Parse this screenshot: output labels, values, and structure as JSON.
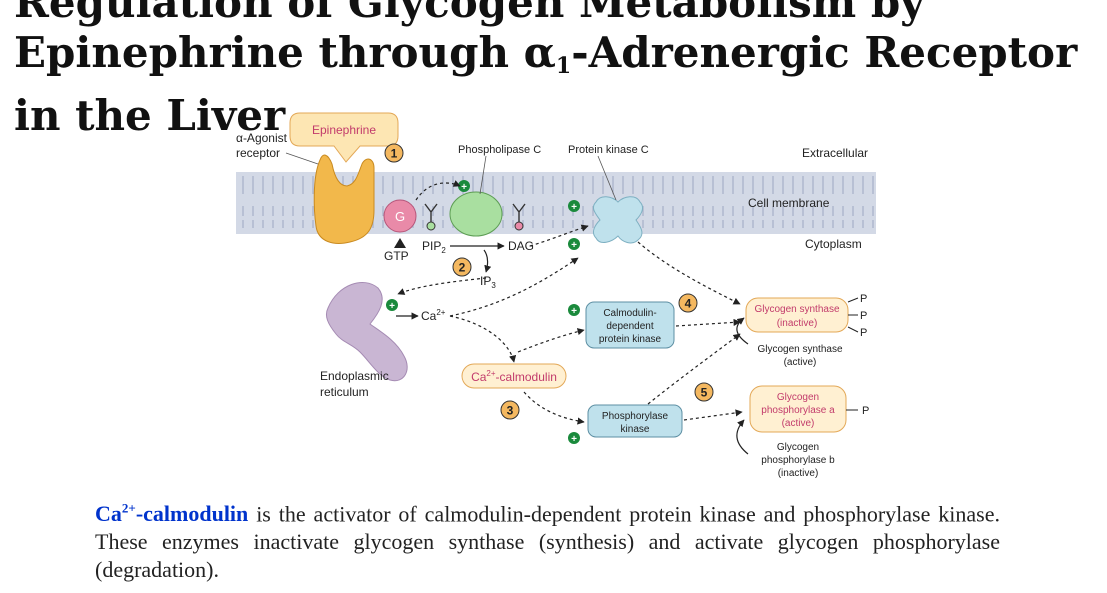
{
  "title": {
    "part1": "Regulation of Glycogen Metabolism by Epinephrine through α",
    "subscript": "1",
    "part2": "-Adrenergic Receptor in the Liver"
  },
  "diagram": {
    "epinephrine": "Epinephrine",
    "agonist_receptor_line1": "α-Agonist",
    "agonist_receptor_line2": "receptor",
    "phospholipase_c": "Phospholipase C",
    "protein_kinase_c": "Protein kinase C",
    "extracellular": "Extracellular",
    "cell_membrane": "Cell membrane",
    "cytoplasm": "Cytoplasm",
    "g_protein": "G",
    "gtp": "GTP",
    "pip2": "PIP",
    "pip2_sub": "2",
    "dag": "DAG",
    "ip3": "IP",
    "ip3_sub": "3",
    "ca2": "Ca",
    "ca2_sup": "2+",
    "er_line1": "Endoplasmic",
    "er_line2": "reticulum",
    "ca_calmodulin_prefix": "Ca",
    "ca_calmodulin_sup": "2+",
    "ca_calmodulin_suffix": "-calmodulin",
    "camk_line1": "Calmodulin-",
    "camk_line2": "dependent",
    "camk_line3": "protein kinase",
    "phk_line1": "Phosphorylase",
    "phk_line2": "kinase",
    "gs_inactive_line1": "Glycogen synthase",
    "gs_inactive_line2": "(inactive)",
    "gs_active_line1": "Glycogen synthase",
    "gs_active_line2": "(active)",
    "gpa_line1": "Glycogen",
    "gpa_line2": "phosphorylase a",
    "gpa_line3": "(active)",
    "gpb_line1": "Glycogen",
    "gpb_line2": "phosphorylase b",
    "gpb_line3": "(inactive)",
    "phosphate": "P",
    "plus": "+",
    "steps": [
      "1",
      "2",
      "3",
      "4",
      "5"
    ]
  },
  "caption": {
    "highlight_prefix": "Ca",
    "highlight_sup": "2+",
    "highlight_suffix": "-calmodulin",
    "rest": " is the activator of calmodulin-dependent protein kinase and phosphorylase kinase. These enzymes inactivate glycogen synthase (synthesis) and activate glycogen phosphorylase (degradation)."
  },
  "colors": {
    "membrane": "#d3d9e6",
    "membrane_lines": "#9aa5bf",
    "receptor": "#f2b84b",
    "epinephrine_fill": "#fde6b3",
    "g_protein": "#e98aa8",
    "plc": "#a9dfa0",
    "pkc": "#bfe1ec",
    "er": "#c9b6d3",
    "activator_green": "#1a8a3c",
    "step_badge": "#f4b860",
    "product_fill": "#fff0d2",
    "product_text": "#c23b6b",
    "highlight": "#0033cc"
  }
}
